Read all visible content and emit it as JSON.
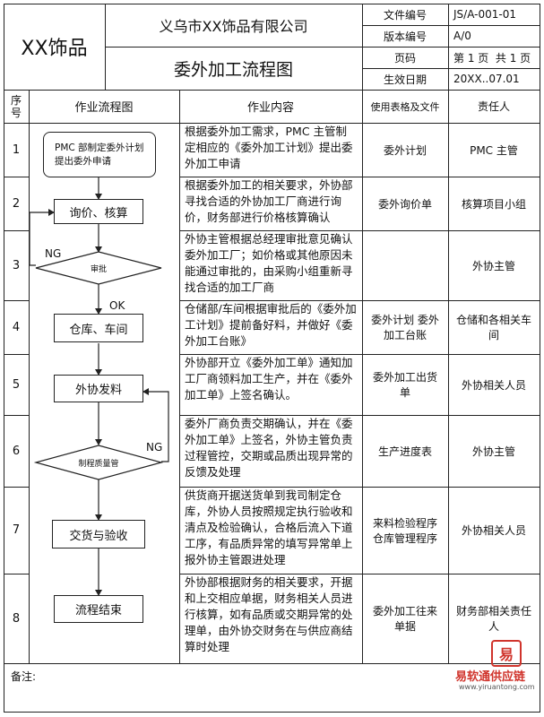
{
  "header": {
    "brand": "XX饰品",
    "company": "义乌市XX饰品有限公司",
    "title": "委外加工流程图",
    "meta": [
      {
        "label": "文件编号",
        "value": "JS/A-001-01"
      },
      {
        "label": "版本编号",
        "value": "A/0"
      },
      {
        "label": "页码",
        "value": "第 1 页  共 1 页"
      },
      {
        "label": "生效日期",
        "value": "20XX..07.01"
      }
    ]
  },
  "columns": {
    "seq": "序\n号",
    "flow": "作业流程图",
    "content": "作业内容",
    "forms": "使用表格及文件",
    "owner": "责任人"
  },
  "rows": [
    {
      "no": "1",
      "content": "根据委外加工需求，PMC 主管制定相应的《委外加工计划》提出委外加工申请",
      "forms": "委外计划",
      "owner": "PMC 主管"
    },
    {
      "no": "2",
      "content": "根据委外加工的相关要求，外协部寻找合适的外协加工厂商进行询价，财务部进行价格核算确认",
      "forms": "委外询价单",
      "owner": "核算项目小组"
    },
    {
      "no": "3",
      "content": "外协主管根据总经理审批意见确认委外加工厂；如价格或其他原因未能通过审批的，由采购小组重新寻找合适的加工厂商",
      "forms": "",
      "owner": "外协主管"
    },
    {
      "no": "4",
      "content": "仓储部/车间根据审批后的《委外加工计划》提前备好料，并做好《委外加工台账》",
      "forms": "委外计划 委外加工台账",
      "owner": "仓储和各相关车间"
    },
    {
      "no": "5",
      "content": "外协部开立《委外加工单》通知加工厂商领料加工生产，并在《委外加工单》上签名确认。",
      "forms": "委外加工出货单",
      "owner": "外协相关人员"
    },
    {
      "no": "6",
      "content": "委外厂商负责交期确认，并在《委外加工单》上签名，外协主管负责过程管控，交期或品质出现异常的反馈及处理",
      "forms": "生产进度表",
      "owner": "外协主管"
    },
    {
      "no": "7",
      "content": "供货商开据送货单到我司制定仓库，外协人员按照规定执行验收和清点及检验确认，合格后流入下道工序，有品质异常的填写异常单上报外协主管跟进处理",
      "forms": "来料检验程序 仓库管理程序",
      "owner": "外协相关人员"
    },
    {
      "no": "8",
      "content": "外协部根据财务的相关要求，开据和上交相应单据，财务相关人员进行核算，如有品质或交期异常的处理单，由外协交财务在与供应商结算时处理",
      "forms": "委外加工往来单据",
      "owner": "财务部相关责任人"
    }
  ],
  "flow": {
    "start": "PMC 部制定委外计划提出委外申请",
    "inquiry": "询价、核算",
    "approve": "审批",
    "warehouse": "仓库、车间",
    "outsource": "外协发料",
    "control": "制程质量管",
    "delivery": "交货与验收",
    "end": "流程结束",
    "ng1": "NG",
    "ok": "OK",
    "ng2": "NG"
  },
  "footer": {
    "note_label": "备注:",
    "wm_logo": "易",
    "wm_name": "易软通供应链",
    "wm_url": "www.yiruantong.com"
  }
}
